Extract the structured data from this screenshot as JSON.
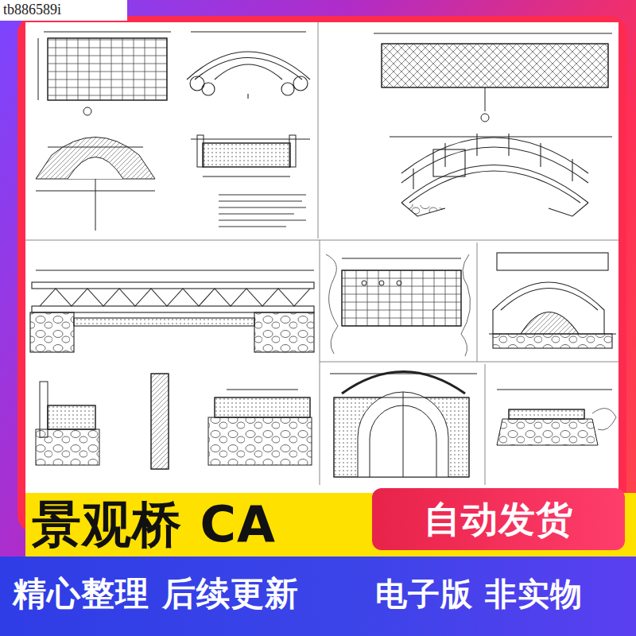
{
  "diagram": {
    "nodes": [
      {
        "text": [
          "景观桥 CA"
        ]
      },
      {
        "text": [
          "自动发货"
        ]
      },
      {
        "text": [
          "精心整理 后续更新",
          "电子版 非实物"
        ]
      }
    ],
    "labels": [
      "tb886589i"
    ]
  }
}
